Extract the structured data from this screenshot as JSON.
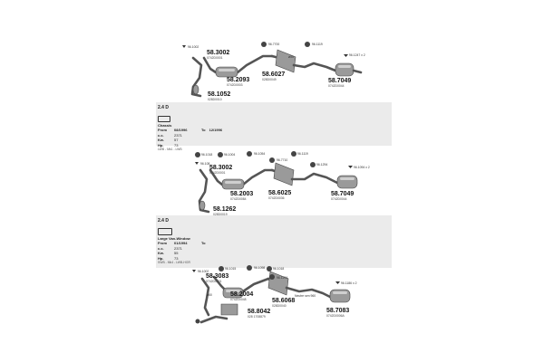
{
  "colors": {
    "band": "#ebebeb",
    "part": "#9a9a9a",
    "pipe": "#555555"
  },
  "section1": {
    "parts": [
      {
        "code": "58.3002",
        "oem": "0742D0001"
      },
      {
        "code": "58.2093",
        "oem": "0742D0003"
      },
      {
        "code": "58.1052",
        "oem": "028D0010"
      },
      {
        "code": "58.6027",
        "oem": "028D0049"
      },
      {
        "code": "58.7049",
        "oem": "0742D0044"
      }
    ],
    "tags": [
      "96.1002",
      "96.7700",
      "96.1119",
      "96.1247 x 2",
      "ø55"
    ]
  },
  "section2": {
    "engine": "2.4 D",
    "body": "Chassis",
    "from_label": "From",
    "from_value": "08/1996",
    "to_label": "To",
    "to_value": "12/1996",
    "cc_label": "c.c.",
    "cc_value": "2371",
    "kw_label": "Kw.",
    "kw_value": "57",
    "hp_label": "Hp.",
    "hp_value": "73",
    "note": "LWB - Mk1 - LWB",
    "parts": [
      {
        "code": "58.3002",
        "oem": "0742D0001"
      },
      {
        "code": "58.2003",
        "oem": "0742D0084"
      },
      {
        "code": "58.1262",
        "oem": "028D0019"
      },
      {
        "code": "58.6025",
        "oem": "0742D0036"
      },
      {
        "code": "58.7049",
        "oem": "0742D0044"
      }
    ],
    "tags": [
      "96.108",
      "96.1018",
      "96.1004",
      "96.1054",
      "96.7710",
      "96.1119",
      "96.1294",
      "96.1094 x 2"
    ]
  },
  "section3": {
    "engine": "2.4 D",
    "body": "Large Van-Window",
    "from_label": "From",
    "from_value": "01/1994",
    "to_label": "To",
    "to_value": "",
    "cc_label": "c.c.",
    "cc_value": "2371",
    "kw_label": "Kw.",
    "kw_value": "55",
    "hp_label": "Hp.",
    "hp_value": "73",
    "note": "SWB - Mk4 - LWB-HGR",
    "parts": [
      {
        "code": "58.3083",
        "oem": "0742D0001"
      },
      {
        "code": "58.2004",
        "oem": "0742D0048"
      },
      {
        "code": "58.6068",
        "oem": "028D0040"
      },
      {
        "code": "58.8042",
        "oem": "028 1708879"
      },
      {
        "code": "58.7083",
        "oem": "0742D0006A"
      }
    ],
    "tags": [
      "96.1002",
      "96.1015",
      "96.1098",
      "96.1018",
      "96.1294",
      "96.1186 x 2",
      "ø60",
      "Neutre sen 960"
    ]
  }
}
